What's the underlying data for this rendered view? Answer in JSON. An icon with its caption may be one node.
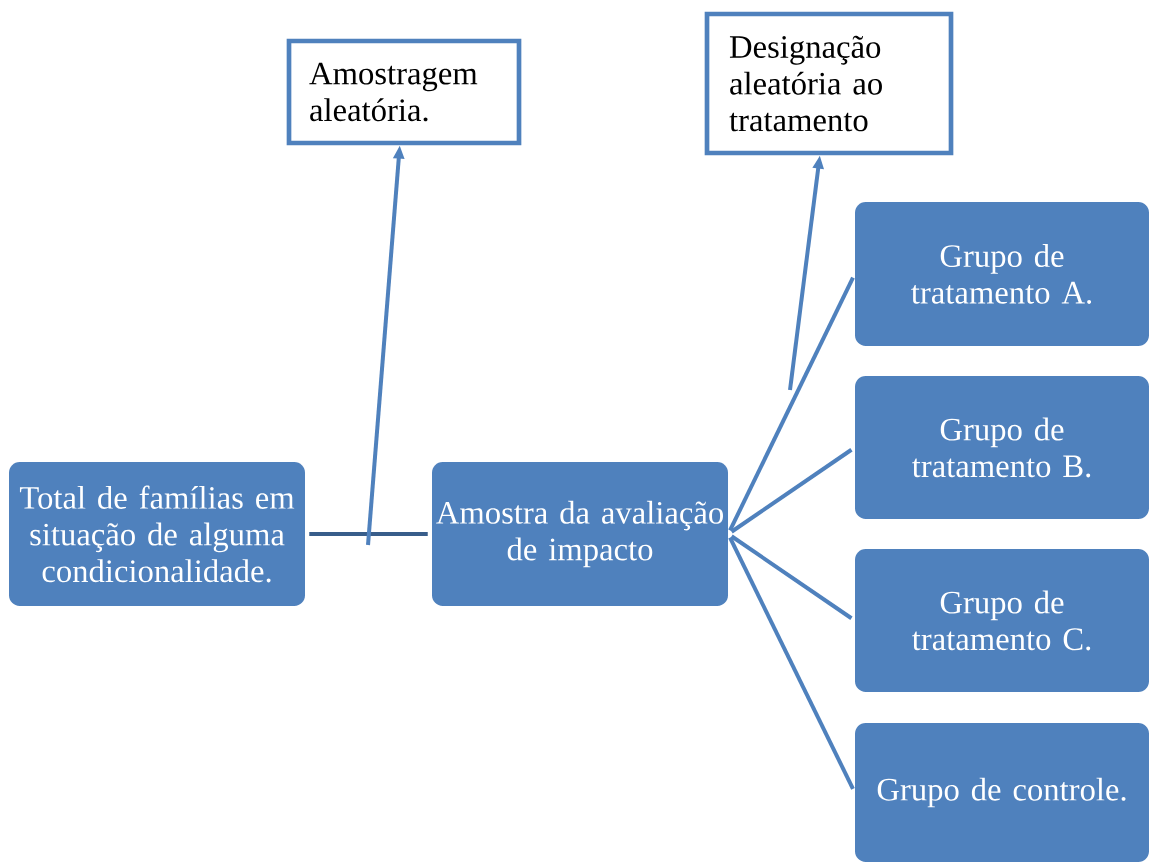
{
  "diagram": {
    "nodes": [
      {
        "text": [
          "Amostragem aleatória."
        ]
      },
      {
        "text": [
          "Designação aleatória ao tratamento"
        ]
      },
      {
        "text": [
          "Total de famílias em situação de alguma condicionalidade."
        ]
      },
      {
        "text": [
          "Amostra da avaliação de impacto"
        ]
      },
      {
        "text": [
          "Grupo de tratamento A."
        ]
      },
      {
        "text": [
          "Grupo de tratamento B."
        ]
      },
      {
        "text": [
          "Grupo de tratamento C."
        ]
      },
      {
        "text": [
          "Grupo de controle."
        ]
      }
    ],
    "edges": [
      {
        "from": 2,
        "to": 3,
        "arrow": "none",
        "color": "#385d8a"
      },
      {
        "from": null,
        "to": 0,
        "arrow": "to"
      },
      {
        "from": null,
        "to": 1,
        "arrow": "to"
      },
      {
        "from": 3,
        "to": 4,
        "arrow": "none"
      },
      {
        "from": 3,
        "to": 5,
        "arrow": "none"
      },
      {
        "from": 3,
        "to": 6,
        "arrow": "none"
      },
      {
        "from": 3,
        "to": 7,
        "arrow": "none"
      }
    ]
  }
}
